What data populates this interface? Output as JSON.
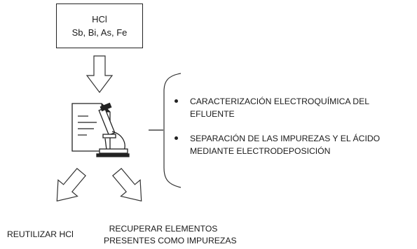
{
  "input_box": {
    "line1": "HCl",
    "line2": "Sb, Bi, As, Fe"
  },
  "objectives": [
    "CARACTERIZACIÓN ELECTROQUÍMICA DEL EFLUENTE",
    "SEPARACIÓN DE LAS IMPUREZAS Y EL ÁCIDO MEDIANTE ELECTRODEPOSICIÓN"
  ],
  "outputs": {
    "left": "REUTILIZAR HCl",
    "right_line1": "RECUPERAR ELEMENTOS",
    "right_line2": "PRESENTES COMO IMPUREZAS"
  },
  "icons": [
    "down-arrow-icon",
    "document-icon",
    "microscope-icon",
    "down-left-arrow-icon",
    "down-right-arrow-icon"
  ]
}
